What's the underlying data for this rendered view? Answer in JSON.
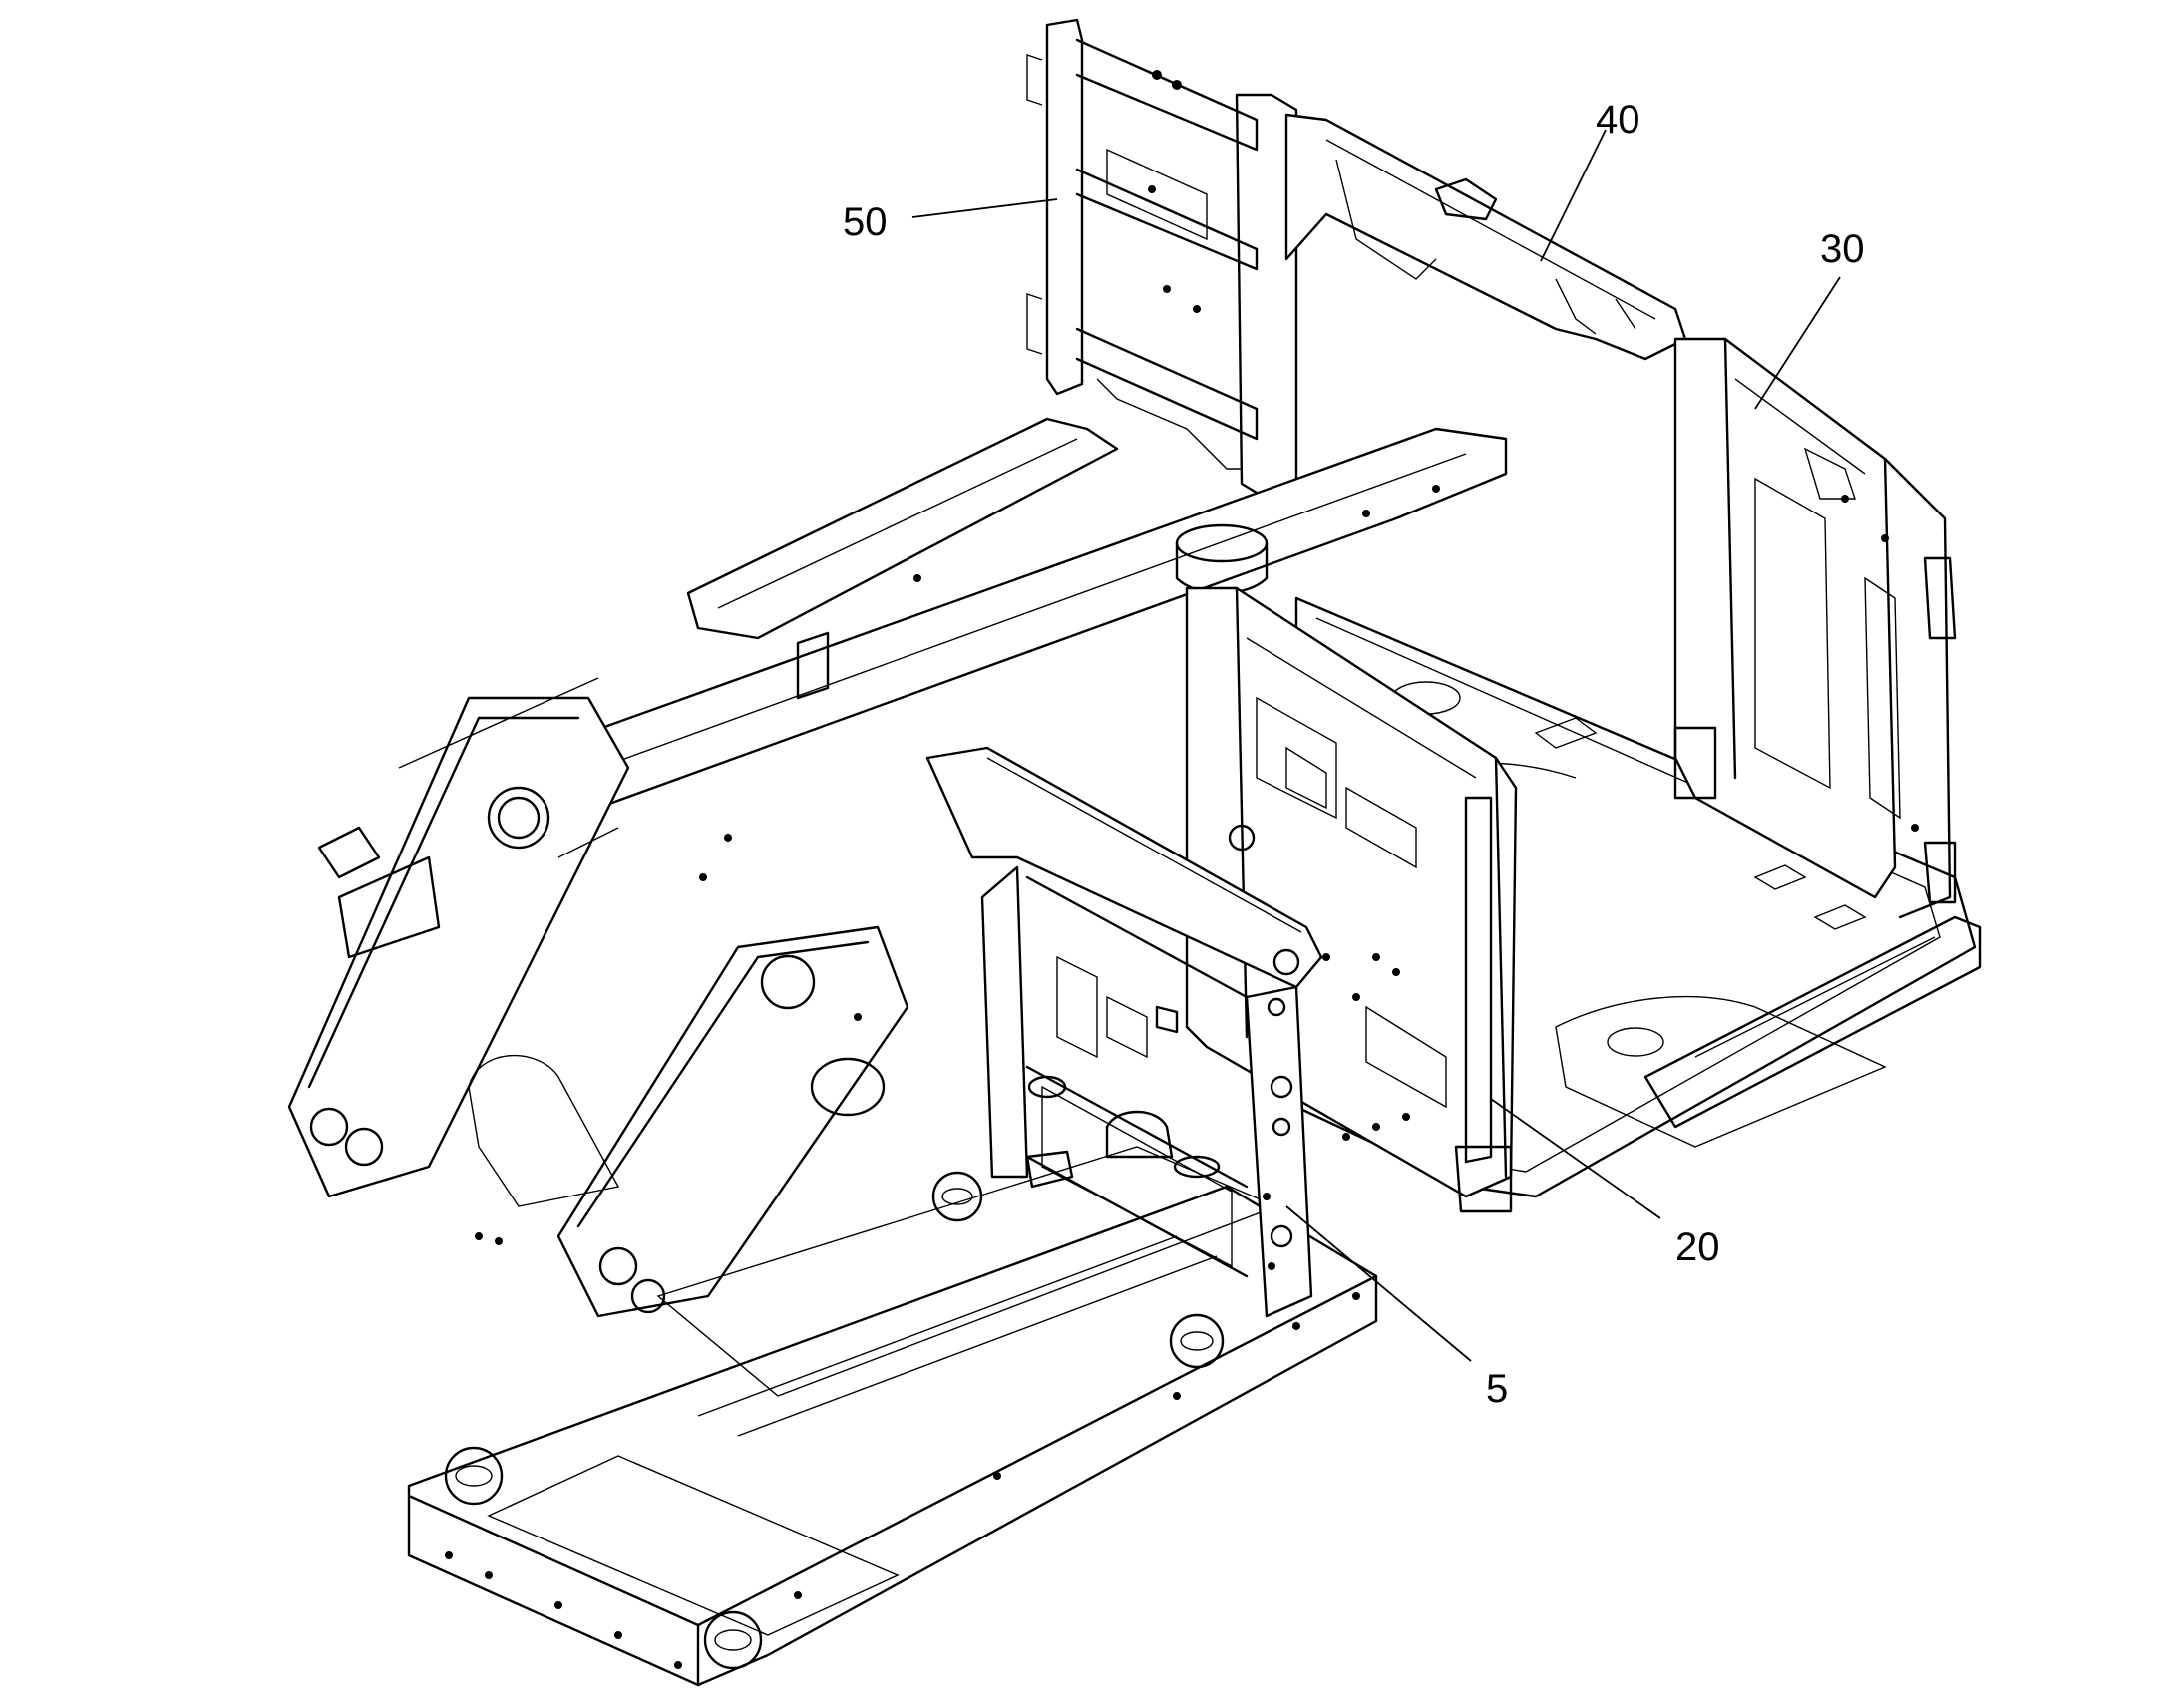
{
  "callouts": {
    "c5": "5",
    "c20": "20",
    "c30": "30",
    "c40": "40",
    "c50": "50"
  },
  "colors": {
    "line": "#000000",
    "background": "#ffffff"
  }
}
